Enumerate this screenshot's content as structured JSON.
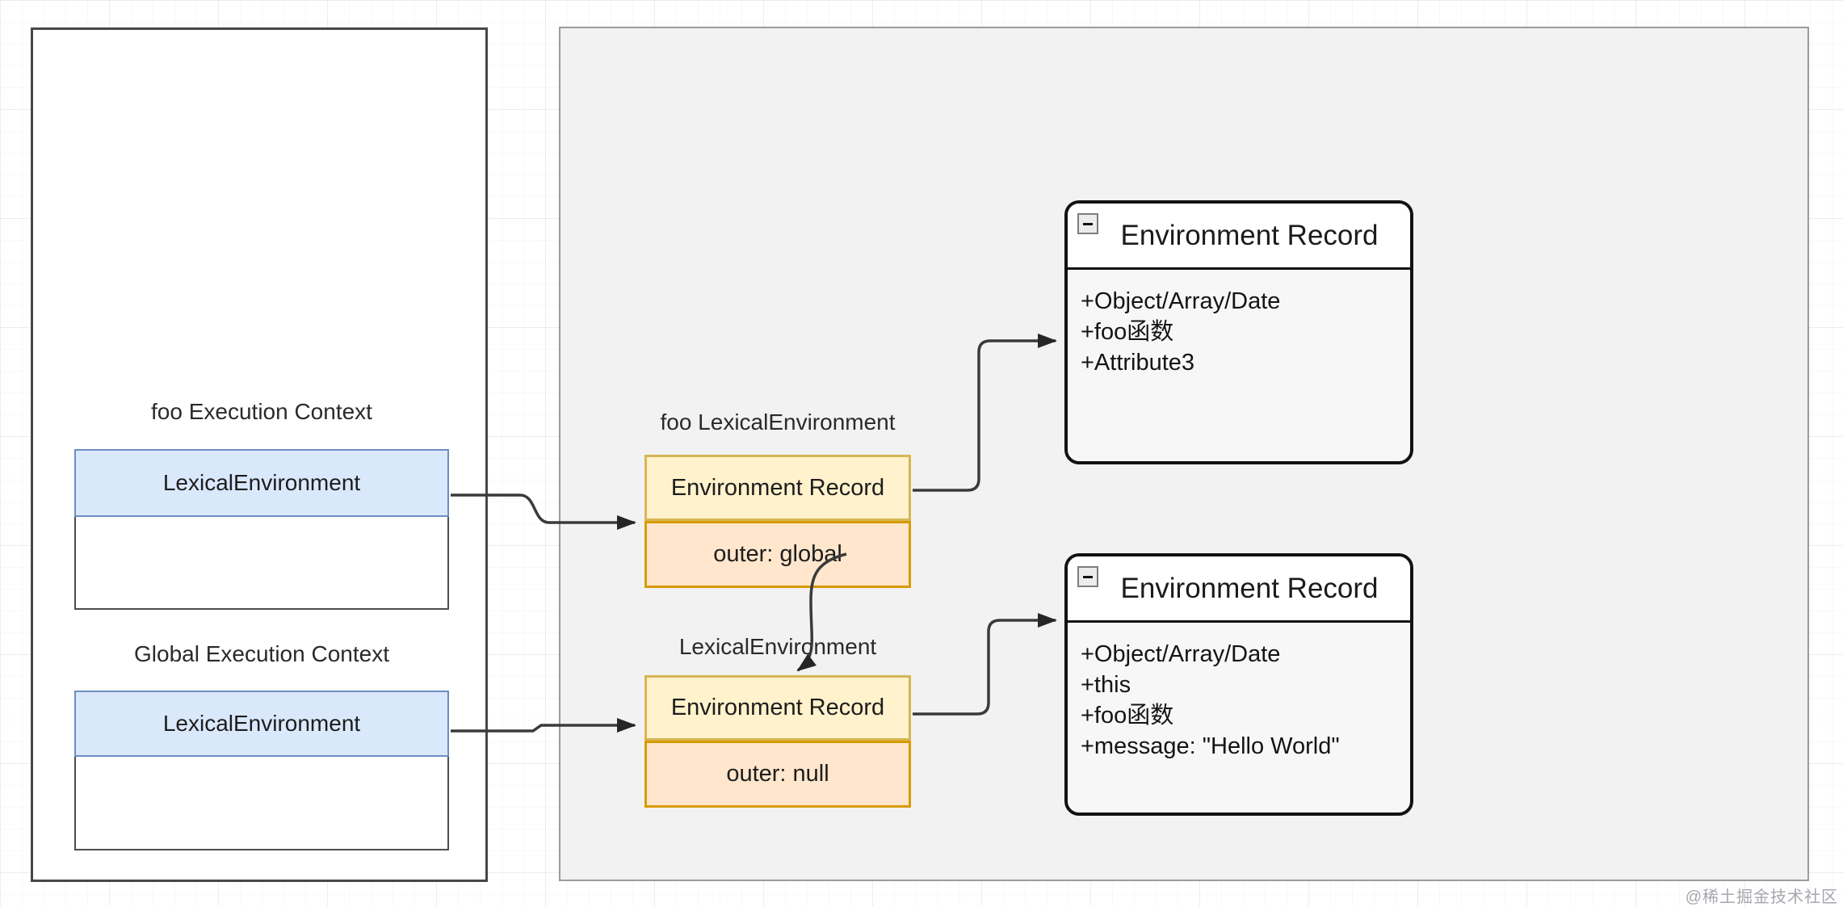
{
  "left_panel": {
    "foo_context": {
      "label": "foo Execution Context",
      "lexical_env": "LexicalEnvironment"
    },
    "global_context": {
      "label": "Global Execution Context",
      "lexical_env": "LexicalEnvironment"
    }
  },
  "lexical_environments": {
    "foo": {
      "label": "foo LexicalEnvironment",
      "record": "Environment Record",
      "outer": "outer: global"
    },
    "global": {
      "label": "LexicalEnvironment",
      "record": "Environment Record",
      "outer": "outer: null"
    }
  },
  "environment_records": [
    {
      "title": "Environment Record",
      "collapse_icon": "minus-icon",
      "members": [
        "+Object/Array/Date",
        "+foo函数",
        "+Attribute3"
      ]
    },
    {
      "title": "Environment Record",
      "collapse_icon": "minus-icon",
      "members": [
        "+Object/Array/Date",
        "+this",
        "+foo函数",
        "+message: \"Hello World\""
      ]
    }
  ],
  "watermark": "@稀土掘金技术社区",
  "colors": {
    "lexical_env_fill": "#dae8fc",
    "lexical_env_border": "#6c8ebf",
    "record_fill": "#fff2cc",
    "record_border": "#d6b656",
    "outer_fill": "#ffe6cc",
    "outer_border": "#d79b00",
    "container_fill": "#f2f2f2",
    "connector": "#3a3a3a"
  }
}
